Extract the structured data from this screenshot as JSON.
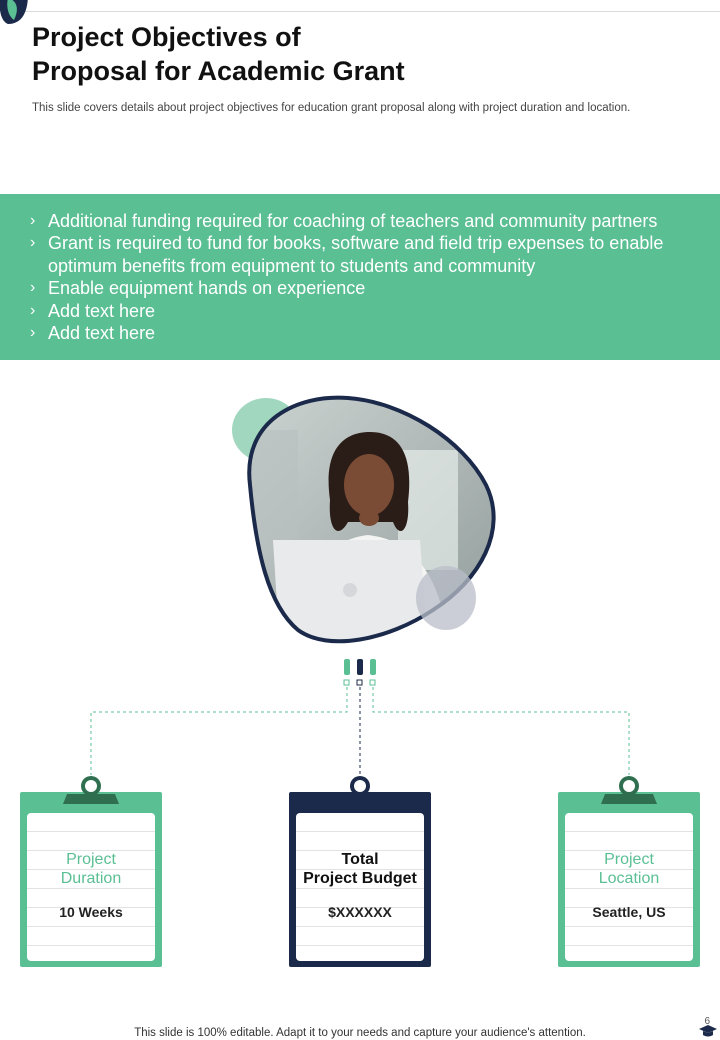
{
  "header": {
    "title_line1": "Project Objectives of",
    "title_line2": "Proposal for Academic Grant",
    "subtitle": "This slide covers details about project objectives for education grant proposal along with project duration and location."
  },
  "objectives": {
    "bullet_glyph": "›",
    "items": [
      "Additional funding required for coaching of teachers and community partners",
      "Grant is required to fund for books, software and field trip expenses to enable optimum benefits from equipment to students and community",
      "Enable equipment hands on experience",
      "Add text here",
      "Add text here"
    ]
  },
  "cards": [
    {
      "label_line1": "Project",
      "label_line2": "Duration",
      "value": "10 Weeks",
      "color": "#5bbf94",
      "clip_color": "#2f6f4f"
    },
    {
      "label_line1": "Total",
      "label_line2": "Project Budget",
      "value": "$XXXXXX",
      "color": "#1b2a4a",
      "clip_color": "#1b2a4a"
    },
    {
      "label_line1": "Project",
      "label_line2": "Location",
      "value": "Seattle, US",
      "color": "#5bbf94",
      "clip_color": "#2f6f4f"
    }
  ],
  "colors": {
    "green": "#5bbf94",
    "navy": "#1b2a4a",
    "dark_green": "#2f6f4f"
  },
  "footer": {
    "text": "This slide is 100% editable. Adapt it to your needs and capture your audience's attention.",
    "page_number": "6"
  }
}
